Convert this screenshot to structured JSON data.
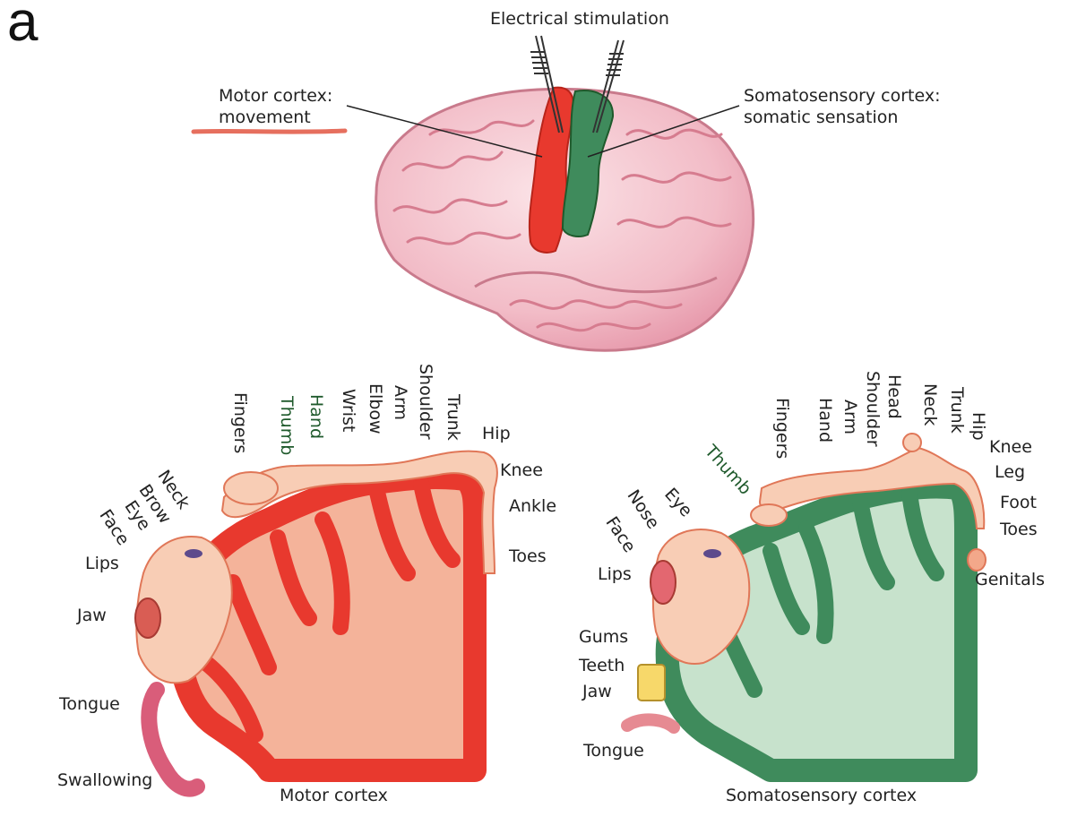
{
  "panel_label": "a",
  "brain": {
    "stimulation": "Electrical stimulation",
    "motor_line1": "Motor cortex:",
    "motor_line2": "movement",
    "somato_line1": "Somatosensory cortex:",
    "somato_line2": "somatic sensation"
  },
  "motor": {
    "caption": "Motor cortex",
    "labels": [
      "Fingers",
      "Thumb",
      "Hand",
      "Wrist",
      "Elbow",
      "Arm",
      "Shoulder",
      "Trunk",
      "Hip",
      "Knee",
      "Ankle",
      "Toes",
      "Neck",
      "Brow",
      "Eye",
      "Face",
      "Lips",
      "Jaw",
      "Tongue",
      "Swallowing"
    ]
  },
  "sensory": {
    "caption": "Somatosensory cortex",
    "labels": [
      "Fingers",
      "Hand",
      "Arm",
      "Shoulder",
      "Head",
      "Neck",
      "Trunk",
      "Hip",
      "Knee",
      "Leg",
      "Foot",
      "Toes",
      "Thumb",
      "Eye",
      "Nose",
      "Face",
      "Lips",
      "Genitals",
      "Gums",
      "Teeth",
      "Jaw",
      "Tongue"
    ]
  },
  "colors": {
    "motor_red": "#e8392e",
    "motor_fill": "#f4b39a",
    "sensory_green": "#3f8b5c",
    "sensory_fill": "#c7e2cc",
    "brain_pink": "#f4c6cf"
  }
}
